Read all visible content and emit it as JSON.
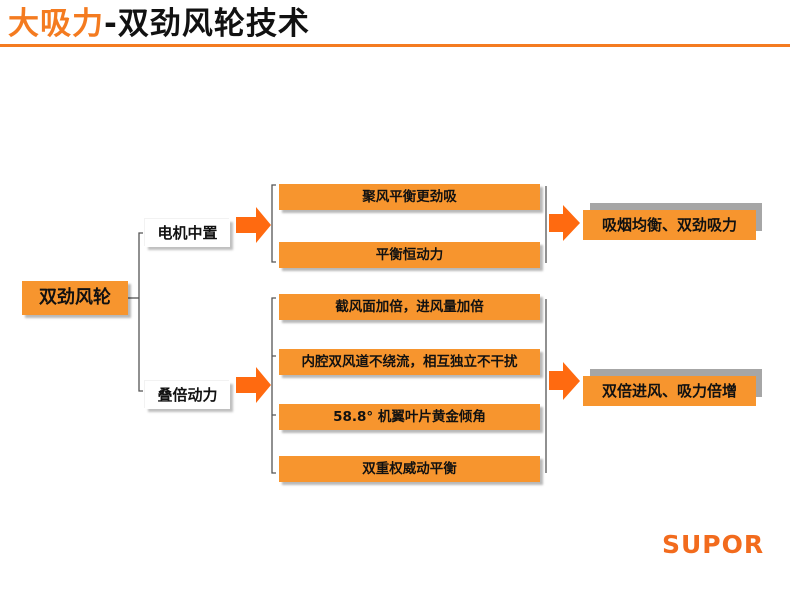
{
  "title": {
    "accent": "大吸力",
    "rest": "-双劲风轮技术"
  },
  "colors": {
    "accent": "#f47b20",
    "box_fill": "#f7952e",
    "arrow": "#ff6a10",
    "shadow_gray": "#a6a6a6"
  },
  "diagram": {
    "root": "双劲风轮",
    "branches": [
      {
        "label": "电机中置",
        "items": [
          "聚风平衡更劲吸",
          "平衡恒动力"
        ],
        "result": "吸烟均衡、双劲吸力"
      },
      {
        "label": "叠倍动力",
        "items": [
          "截风面加倍，进风量加倍",
          "内腔双风道不绕流，相互独立不干扰",
          "58.8°  机翼叶片黄金倾角",
          "双重权威动平衡"
        ],
        "result": "双倍进风、吸力倍增"
      }
    ]
  },
  "logo": "SUPOR"
}
